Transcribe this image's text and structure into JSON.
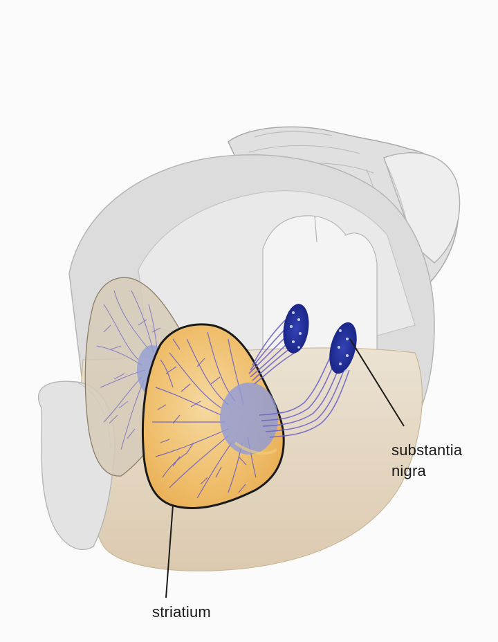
{
  "labels": {
    "substantia_nigra": {
      "line1": "substantia",
      "line2": "nigra"
    },
    "striatium": "striatium"
  },
  "colors": {
    "background": "#fbfbfb",
    "brain_gray": "#dcdcdc",
    "brain_outline": "#b5b5b5",
    "tissue_tan": "#e2d3b8",
    "striatum_fill": "#f0b960",
    "neuron_blue": "#1f2a96",
    "projection_purple": "#6b63c9",
    "outline_dark": "#1a1a1a"
  },
  "icons": {
    "brain": "mouse-brain-illustration"
  }
}
